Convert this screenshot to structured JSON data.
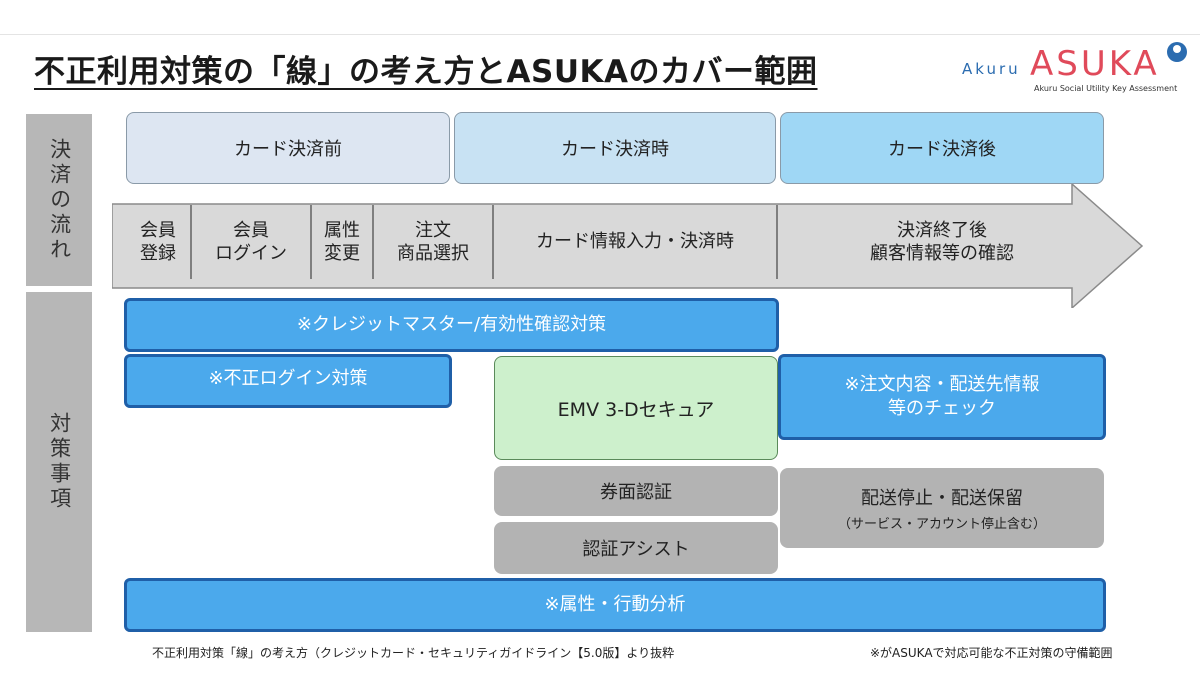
{
  "title": "不正利用対策の「線」の考え方とASUKAのカバー範囲",
  "logo": {
    "akuru": "Akuru",
    "asuka": "ASUKA",
    "tagline": "Akuru Social Utility Key Assessment"
  },
  "side_labels": {
    "flow": "決済の流れ",
    "measures": "対策事項"
  },
  "phases": [
    "カード決済前",
    "カード決済時",
    "カード決済後"
  ],
  "flow_steps": [
    "会員\n登録",
    "会員\nログイン",
    "属性\n変更",
    "注文\n商品選択",
    "カード情報入力・決済時",
    "決済終了後\n顧客情報等の確認"
  ],
  "measures": {
    "credit_master": "※クレジットマスター/有効性確認対策",
    "unauthorized_login": "※不正ログイン対策",
    "emv": "EMV 3-Dセキュア",
    "order_check": "※注文内容・配送先情報\n等のチェック",
    "ticket_auth": "券面認証",
    "auth_assist": "認証アシスト",
    "shipping_stop": "配送停止・配送保留",
    "shipping_stop_sub": "（サービス・アカウント停止含む）",
    "behavior": "※属性・行動分析"
  },
  "footer": {
    "source": "不正利用対策「線」の考え方（クレジットカード・セキュリティガイドライン【5.0版】より抜粋",
    "note": "※がASUKAで対応可能な不正対策の守備範囲"
  },
  "colors": {
    "phase1": "#dde6f2",
    "phase2": "#c8e2f3",
    "phase3": "#9fd7f5",
    "measure_blue": "#4ba9ec",
    "measure_border": "#1f5fa8",
    "emv_green": "#cdf0cc",
    "gray": "#b3b3b3",
    "asuka_red": "#e04a5a"
  }
}
